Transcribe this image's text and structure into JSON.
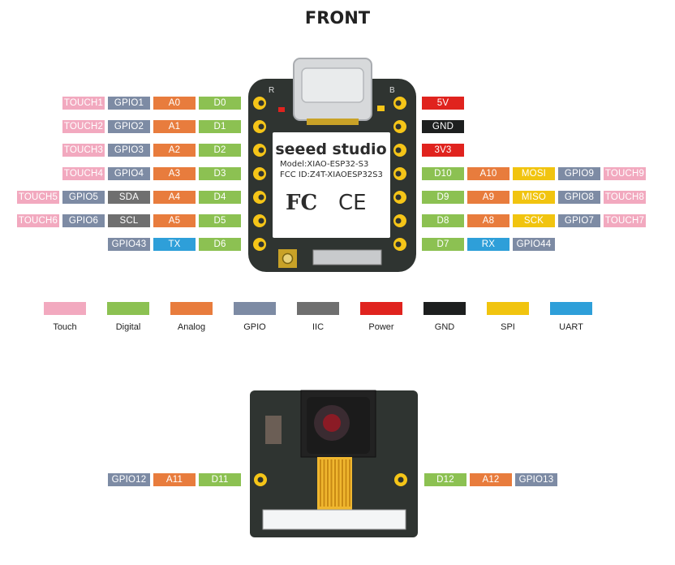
{
  "title": "FRONT",
  "colors": {
    "touch": "#f2a9bf",
    "digital": "#8cc152",
    "analog": "#e87c3d",
    "gpio": "#7d8ba4",
    "iic": "#6f6f6f",
    "power": "#e0231e",
    "gnd": "#1d1f1f",
    "spi": "#f1c40f",
    "uart": "#2e9fd9",
    "board": "#2f3431",
    "pad": "#f5c518"
  },
  "board": {
    "logo": "seeed studio",
    "model": "Model:XIAO-ESP32-S3",
    "fcc_id": "FCC ID:Z4T-XIAOESP32S3",
    "fc_mark": "FC",
    "ce_mark": "CE",
    "left_silk": "R",
    "right_silk": "B"
  },
  "left_pins": [
    [
      "TOUCH1",
      "GPIO1",
      "A0",
      "D0"
    ],
    [
      "TOUCH2",
      "GPIO2",
      "A1",
      "D1"
    ],
    [
      "TOUCH3",
      "GPIO3",
      "A2",
      "D2"
    ],
    [
      "TOUCH4",
      "GPIO4",
      "A3",
      "D3"
    ],
    [
      "TOUCH5",
      "GPIO5",
      "SDA",
      "A4",
      "D4"
    ],
    [
      "TOUCH6",
      "GPIO6",
      "SCL",
      "A5",
      "D5"
    ],
    [
      "GPIO43",
      "TX",
      "D6"
    ]
  ],
  "right_pins": [
    [
      "5V"
    ],
    [
      "GND"
    ],
    [
      "3V3"
    ],
    [
      "D10",
      "A10",
      "MOSI",
      "GPIO9",
      "TOUCH9"
    ],
    [
      "D9",
      "A9",
      "MISO",
      "GPIO8",
      "TOUCH8"
    ],
    [
      "D8",
      "A8",
      "SCK",
      "GPIO7",
      "TOUCH7"
    ],
    [
      "D7",
      "RX",
      "GPIO44"
    ]
  ],
  "legend": [
    "Touch",
    "Digital",
    "Analog",
    "GPIO",
    "IIC",
    "Power",
    "GND",
    "SPI",
    "UART"
  ],
  "camera_left": [
    "GPIO12",
    "A11",
    "D11"
  ],
  "camera_right": [
    "D12",
    "A12",
    "GPIO13"
  ]
}
